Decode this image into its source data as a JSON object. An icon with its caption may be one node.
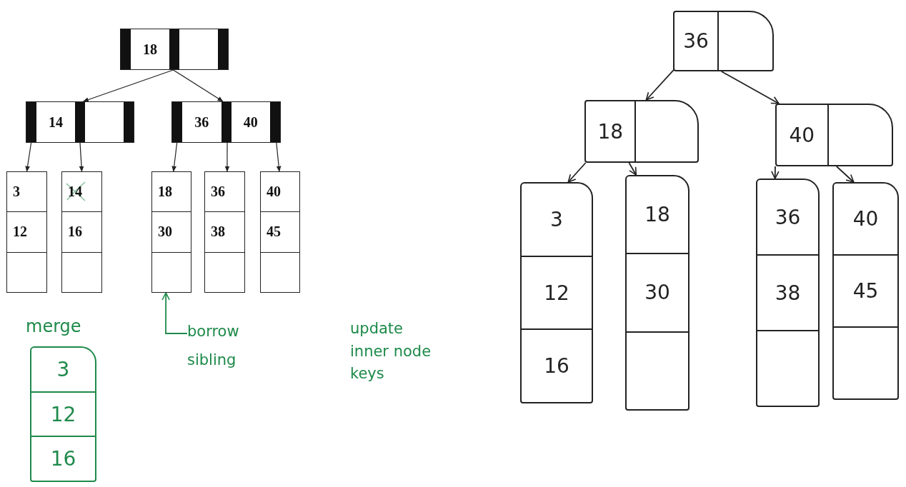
{
  "diagram": {
    "nodes": [
      {
        "text": [
          "18"
        ]
      },
      {
        "text": [
          "14"
        ]
      },
      {
        "text": [
          "36",
          "40"
        ]
      },
      {
        "text": [
          "3",
          "12"
        ]
      },
      {
        "text": [
          "14",
          "16"
        ]
      },
      {
        "text": [
          "18",
          "30"
        ]
      },
      {
        "text": [
          "36",
          "38"
        ]
      },
      {
        "text": [
          "40",
          "45"
        ]
      },
      {
        "text": [
          "3",
          "12",
          "16"
        ],
        "beside": [
          "merge"
        ]
      },
      {
        "text": [
          "borrow sibling"
        ]
      },
      {
        "text": [
          "36"
        ]
      },
      {
        "text": [
          "18"
        ]
      },
      {
        "text": [
          "40"
        ]
      },
      {
        "text": [
          "3",
          "12",
          "16"
        ]
      },
      {
        "text": [
          "18",
          "30"
        ]
      },
      {
        "text": [
          "36",
          "38"
        ]
      },
      {
        "text": [
          "40",
          "45"
        ]
      }
    ],
    "edges": [
      {
        "from": 0,
        "to": 1,
        "arrow": "to"
      },
      {
        "from": 0,
        "to": 2,
        "arrow": "to"
      },
      {
        "from": 1,
        "to": 3,
        "arrow": "to"
      },
      {
        "from": 1,
        "to": 4,
        "arrow": "to"
      },
      {
        "from": 2,
        "to": 5,
        "arrow": "to"
      },
      {
        "from": 2,
        "to": 6,
        "arrow": "to"
      },
      {
        "from": 2,
        "to": 7,
        "arrow": "to"
      },
      {
        "from": 9,
        "to": 5,
        "arrow": "to",
        "color": "#1e8a4a"
      },
      {
        "from": 10,
        "to": 11,
        "arrow": "to"
      },
      {
        "from": 10,
        "to": 12,
        "arrow": "to"
      },
      {
        "from": 11,
        "to": 13,
        "arrow": "to"
      },
      {
        "from": 11,
        "to": 14,
        "arrow": "to"
      },
      {
        "from": 12,
        "to": 15,
        "arrow": "to"
      },
      {
        "from": 12,
        "to": 16,
        "arrow": "to"
      }
    ],
    "labels": [
      "update inner node keys"
    ]
  }
}
